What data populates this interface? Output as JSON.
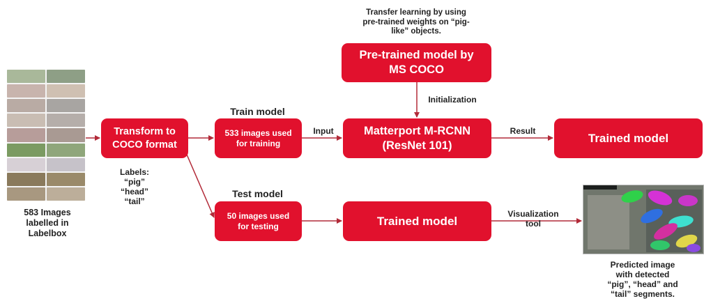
{
  "colors": {
    "box": "#e1112d",
    "arrow": "#b22a38",
    "text": "#222222"
  },
  "dataset": {
    "caption": "583 Images\nlabelled in\nLabelbox"
  },
  "labels_note": "Labels:\n“pig”\n“head”\n“tail”",
  "boxes": {
    "transform": "Transform to\nCOCO format",
    "train": "533 images used\nfor training",
    "test": "50 images used\nfor testing",
    "pretrained": "Pre-trained model by\nMS COCO",
    "mrcnn": "Matterport M-RCNN\n(ResNet 101)",
    "trained_top": "Trained model",
    "trained_bottom": "Trained model"
  },
  "headings": {
    "train": "Train model",
    "test": "Test model"
  },
  "transfer_note": "Transfer learning by using\npre-trained weights on “pig-\nlike” objects.",
  "edge_labels": {
    "input": "Input",
    "initialization": "Initialization",
    "result": "Result",
    "visualization": "Visualization\ntool"
  },
  "predicted_caption": "Predicted image\nwith detected\n“pig”, “head” and\n“tail” segments."
}
